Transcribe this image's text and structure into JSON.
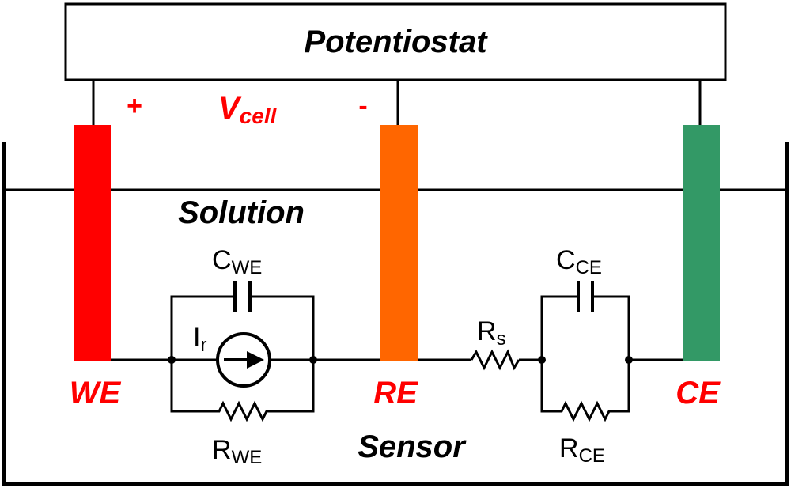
{
  "potentiostat": {
    "label": "Potentiostat"
  },
  "vcell": {
    "label": "V",
    "sub": "cell",
    "plus": "+",
    "minus": "-"
  },
  "solution": {
    "label": "Solution"
  },
  "sensor": {
    "label": "Sensor"
  },
  "electrodes": {
    "we": {
      "label": "WE",
      "color": "#ff0000"
    },
    "re": {
      "label": "RE",
      "color": "#ff6600"
    },
    "ce": {
      "label": "CE",
      "color": "#339966"
    }
  },
  "components": {
    "cwe": {
      "main": "C",
      "sub": "WE"
    },
    "ir": {
      "main": "I",
      "sub": "r"
    },
    "rwe": {
      "main": "R",
      "sub": "WE"
    },
    "rs": {
      "main": "R",
      "sub": "s"
    },
    "cce": {
      "main": "C",
      "sub": "CE"
    },
    "rce": {
      "main": "R",
      "sub": "CE"
    }
  },
  "colors": {
    "label_red": "#ff0000",
    "line": "#000000"
  }
}
